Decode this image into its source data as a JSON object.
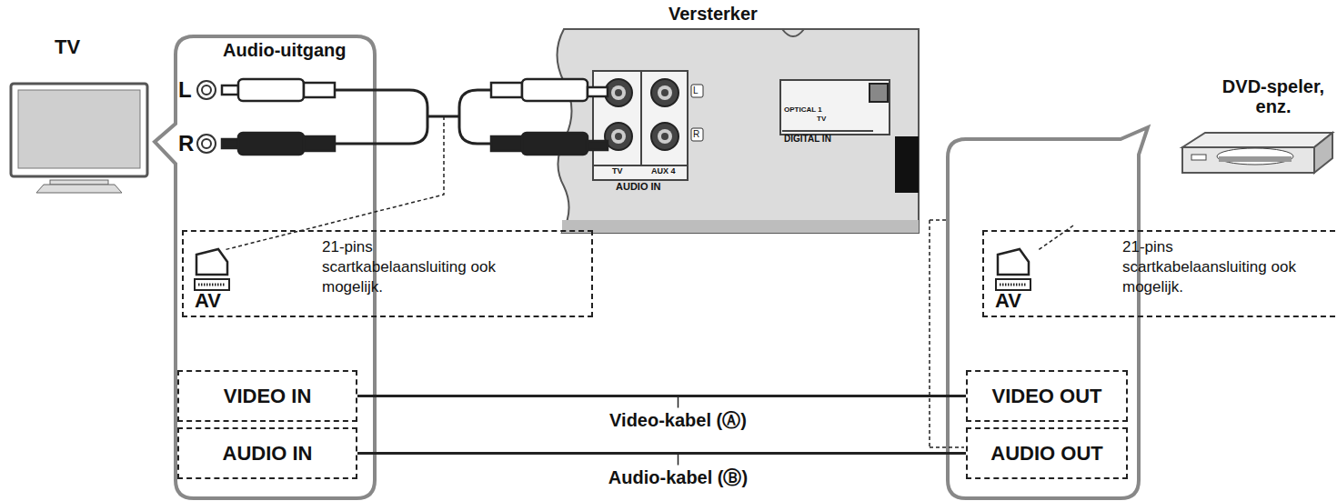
{
  "diagram": {
    "nodes": [
      {
        "text": [
          "AV",
          "21-pins scartkabelaansluiting ook mogelijk."
        ]
      },
      {
        "text": [
          "VIDEO IN"
        ]
      },
      {
        "text": [
          "AUDIO IN"
        ]
      },
      {
        "text": [
          "AV",
          "21-pins scartkabelaansluiting ook mogelijk."
        ]
      },
      {
        "text": [
          "VIDEO OUT"
        ]
      },
      {
        "text": [
          "AUDIO OUT"
        ]
      }
    ],
    "edges": [
      {
        "from": 1,
        "to": 4,
        "arrow": "none",
        "label": "Video-kabel (Ⓐ)"
      },
      {
        "from": 2,
        "to": 5,
        "arrow": "none",
        "label": "Audio-kabel (Ⓑ)"
      }
    ],
    "labels": [
      "Versterker",
      "TV",
      "Audio-uitgang",
      "L",
      "R",
      "TV",
      "AUX 4",
      "AUDIO IN",
      "L",
      "R",
      "OPTICAL 1",
      "TV",
      "DIGITAL IN",
      "DVD-speler, enz."
    ]
  }
}
